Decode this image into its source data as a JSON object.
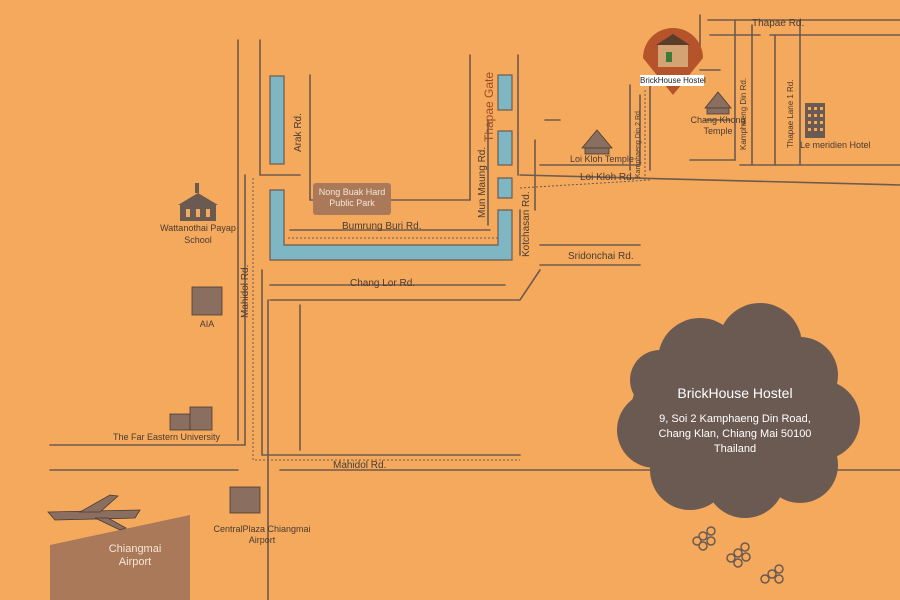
{
  "roads": {
    "thapae_rd": "Thapae Rd.",
    "arak_rd": "Arak Rd.",
    "thapae_gate": "Thapae Gate",
    "mun_maung_rd": "Mun Maung Rd.",
    "bumrung_buri_rd": "Bumrung Buri Rd.",
    "kotchasan_rd": "Kotchasan Rd.",
    "loi_kloh_rd": "Loi Kloh Rd.",
    "sridonchai_rd": "Sridonchai Rd.",
    "chang_lor_rd": "Chang Lor Rd.",
    "mahidol_rd_vertical": "Mahidol Rd.",
    "mahidol_rd": "Mahidol Rd.",
    "kamphaeng_din_2_rd": "Kamphaeng Din 2 Rd.",
    "kamphaeng_din_rd": "Kamphaeng Din Rd.",
    "thapae_lane_1_rd": "Thapae Lane 1 Rd."
  },
  "places": {
    "park": "Nong Buak Hard Public Park",
    "school": "Wattanothai Payap School",
    "aia": "AIA",
    "far_eastern": "The Far Eastern University",
    "airport": "Chiangmai Airport",
    "centralplaza": "CentralPlaza Chiangmai Airport",
    "loi_kloh_temple": "Loi Kloh Temple",
    "chang_khong_temple": "Chang Khong Temple",
    "le_meridien": "Le meridien Hotel",
    "brickhouse_marker": "BrickHouse Hostel"
  },
  "info_cloud": {
    "title": "BrickHouse Hostel",
    "address_line1": "9, Soi 2 Kamphaeng Din Road,",
    "address_line2": "Chang Klan, Chiang Mai 50100",
    "address_line3": "Thailand"
  },
  "colors": {
    "background": "#f4a95c",
    "road_line": "#6e5a4e",
    "moat": "#7fb6c4",
    "cloud": "#6b5a52",
    "airport_block": "#a9795a",
    "marker": "#b5532b"
  },
  "icons": [
    "school-icon",
    "office-building-icon",
    "temple-icon",
    "hotel-icon",
    "airplane-icon",
    "location-pin-icon"
  ]
}
